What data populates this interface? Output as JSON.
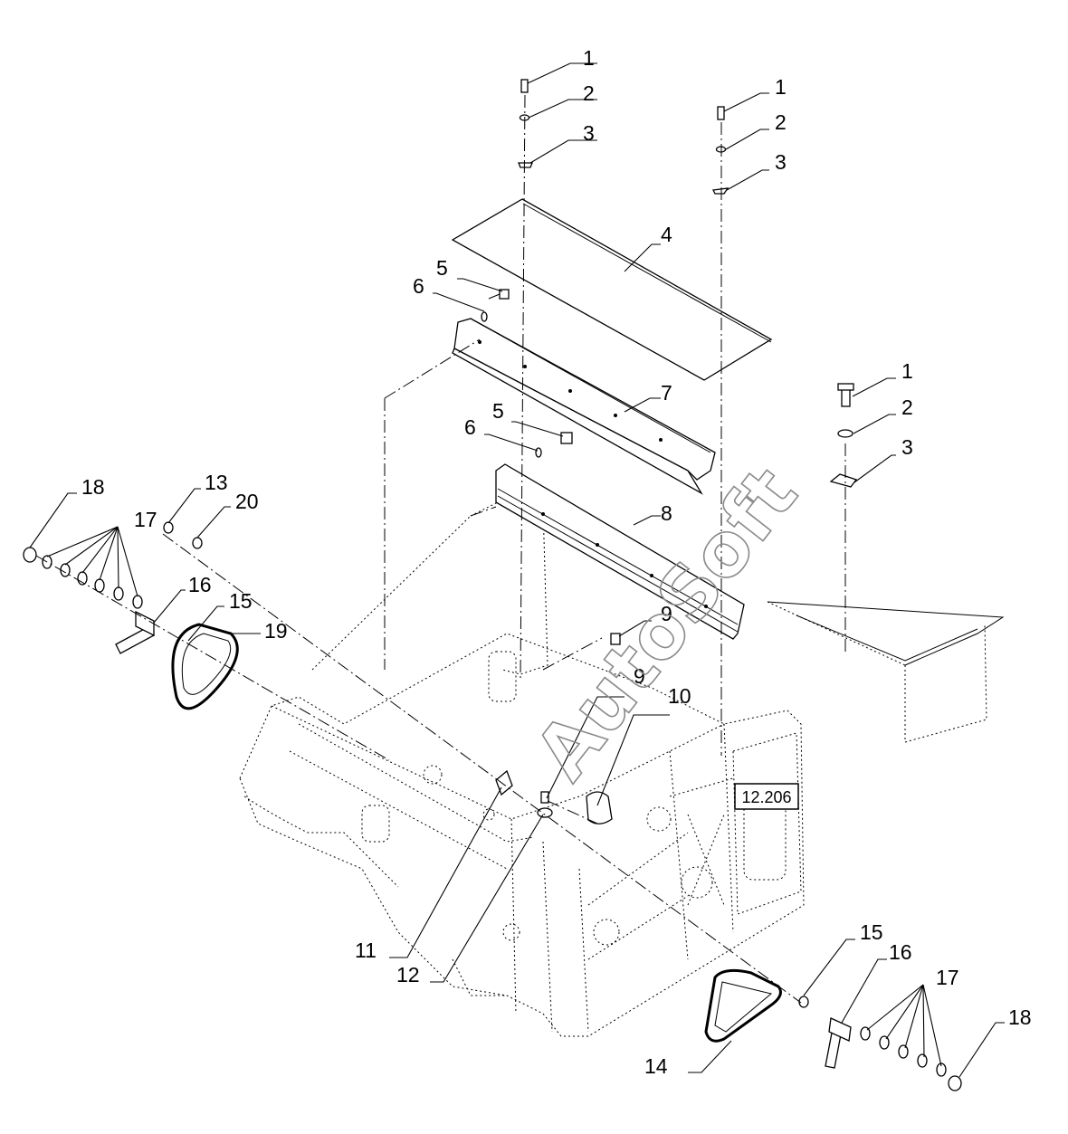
{
  "diagram": {
    "watermark": "AutoSoft",
    "reference_box": "12.206",
    "callouts": [
      "1",
      "2",
      "3",
      "4",
      "5",
      "6",
      "7",
      "8",
      "9",
      "10",
      "11",
      "12",
      "13",
      "14",
      "15",
      "16",
      "17",
      "18",
      "19",
      "20"
    ]
  }
}
